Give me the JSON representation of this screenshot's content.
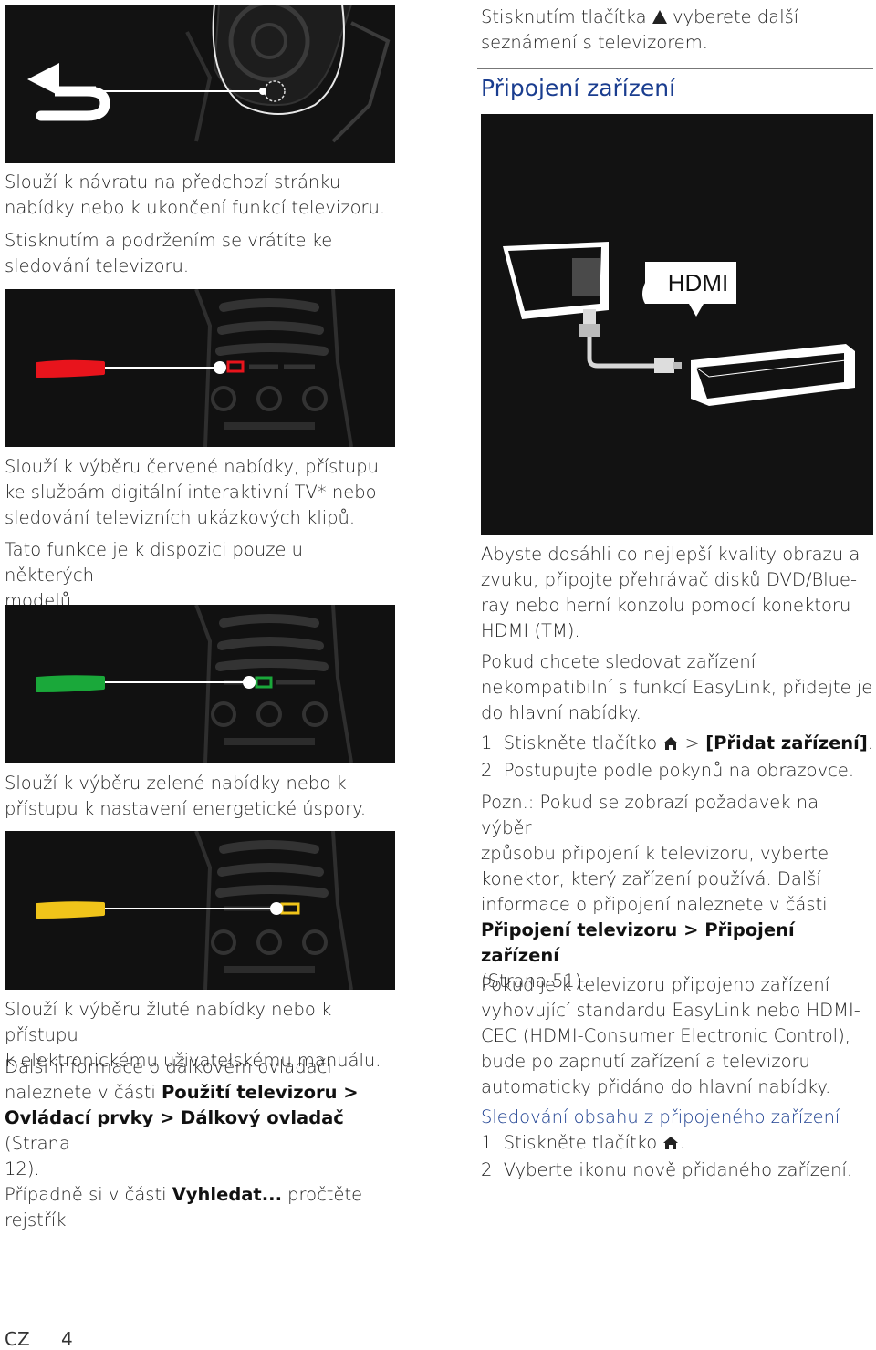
{
  "left": {
    "back_desc": [
      "Slouží k návratu na předchozí stránku",
      "nabídky nebo k ukončení funkcí televizoru."
    ],
    "back_hold": [
      "Stisknutím a podržením se vrátíte ke",
      "sledování televizoru."
    ],
    "red_desc": [
      "Slouží k výběru červené nabídky, přístupu",
      "ke službám digitální interaktivní TV* nebo",
      "sledování televizních ukázkových klipů."
    ],
    "red_note": [
      "Tato funkce je k dispozici pouze u některých",
      "modelů."
    ],
    "green_desc": [
      "Slouží k výběru zelené nabídky nebo k",
      "přístupu k nastavení energetické úspory."
    ],
    "yellow_desc": [
      "Slouží k výběru žluté nabídky nebo k přístupu",
      "k elektronickému uživatelskému manuálu."
    ],
    "more_info": {
      "line1": "Další informace o dálkovém ovladači",
      "line2_pre": "naleznete v části ",
      "line2_bold": "Použití televizoru >",
      "line3_bold": "Ovládací prvky > Dálkový ovladač",
      "line3_post": " (Strana",
      "line4": "12).",
      "line5_pre": "Případně si v části ",
      "line5_bold": "Vyhledat...",
      "line5_post": " pročtěte",
      "line6": "rejstřík"
    }
  },
  "right": {
    "top_text": [
      "Stisknutím tlačítka",
      "vyberete další",
      "seznámení s televizorem."
    ],
    "section_title": "Připojení zařízení",
    "hdmi_label": "HDMI",
    "p1": [
      "Abyste dosáhli co nejlepší kvality obrazu a",
      "zvuku, připojte přehrávač disků DVD/Blue-",
      "ray nebo herní konzolu pomocí konektoru",
      "HDMI (TM)."
    ],
    "p2": [
      "Pokud chcete sledovat zařízení",
      "nekompatibilní s funkcí EasyLink, přidejte je",
      "do hlavní nabídky."
    ],
    "step1_pre": "1. Stiskněte tlačítko",
    "step1_gt": " > ",
    "step1_bold": "[Přidat zařízení]",
    "step1_post": ".",
    "step2": "2. Postupujte podle pokynů na obrazovce.",
    "note": {
      "l1": "Pozn.: Pokud se zobrazí požadavek na výběr",
      "l2": "způsobu připojení k televizoru, vyberte",
      "l3": "konektor, který zařízení používá. Další",
      "l4": "informace o připojení naleznete v části",
      "l5_bold": "Připojení televizoru > Připojení zařízení",
      "l6": "(Strana 51)."
    },
    "p3": [
      "Pokud je k televizoru připojeno zařízení",
      "vyhovující standardu EasyLink nebo HDMI-",
      "CEC (HDMI-Consumer Electronic Control),",
      "bude po zapnutí zařízení a televizoru",
      "automaticky přidáno do hlavní nabídky."
    ],
    "watch_title": "Sledování obsahu z připojeného zařízení",
    "watch_step1": "1. Stiskněte tlačítko",
    "watch_step1_post": ".",
    "watch_step2": "2. Vyberte ikonu nově přidaného zařízení."
  },
  "footer": {
    "lang": "CZ",
    "page": "4"
  },
  "colors": {
    "red_key": "#e8141c",
    "green_key": "#1aa83a",
    "yellow_key": "#f0c41a",
    "title_blue": "#1a3d8f"
  }
}
